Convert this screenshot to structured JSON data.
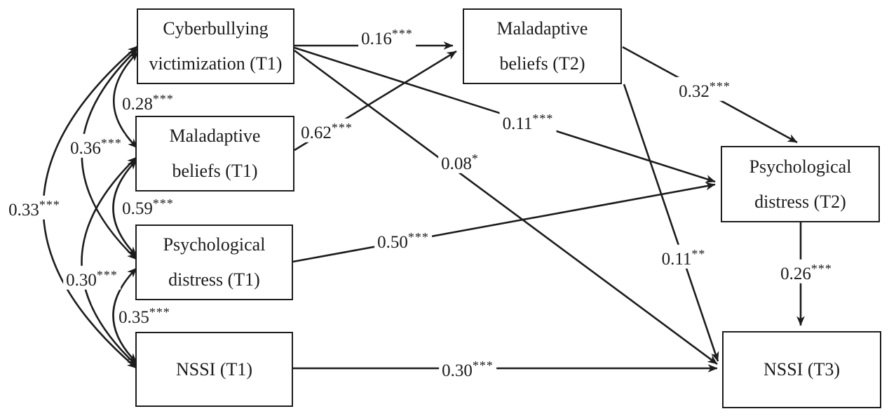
{
  "figure": {
    "type": "structural-equation-path-diagram",
    "colors": {
      "line": "#1c1c1c",
      "text": "#1c1c1c",
      "background": "#ffffff"
    },
    "nodes": {
      "cv_t1": {
        "line1": "Cyberbullying",
        "line2": "victimization (T1)"
      },
      "mb_t1": {
        "line1": "Maladaptive",
        "line2": "beliefs (T1)"
      },
      "pd_t1": {
        "line1": "Psychological",
        "line2": "distress (T1)"
      },
      "nssi_t1": {
        "line1": "NSSI (T1)"
      },
      "mb_t2": {
        "line1": "Maladaptive",
        "line2": "beliefs (T2)"
      },
      "pd_t2": {
        "line1": "Psychological",
        "line2": "distress (T2)"
      },
      "nssi_t3": {
        "line1": "NSSI (T3)"
      }
    },
    "edges": {
      "cv_mb2": {
        "from": "Cyberbullying victimization (T1)",
        "to": "Maladaptive beliefs (T2)",
        "value": "0.16",
        "stars": "***"
      },
      "mb1_mb2": {
        "from": "Maladaptive beliefs (T1)",
        "to": "Maladaptive beliefs (T2)",
        "value": "0.62",
        "stars": "***"
      },
      "cv_pd2": {
        "from": "Cyberbullying victimization (T1)",
        "to": "Psychological distress (T2)",
        "value": "0.11",
        "stars": "***"
      },
      "cv_nssi3": {
        "from": "Cyberbullying victimization (T1)",
        "to": "NSSI (T3)",
        "value": "0.08",
        "stars": "*"
      },
      "pd1_pd2": {
        "from": "Psychological distress (T1)",
        "to": "Psychological distress (T2)",
        "value": "0.50",
        "stars": "***"
      },
      "nssi1_nssi3": {
        "from": "NSSI (T1)",
        "to": "NSSI (T3)",
        "value": "0.30",
        "stars": "***"
      },
      "mb2_pd2": {
        "from": "Maladaptive beliefs (T2)",
        "to": "Psychological distress (T2)",
        "value": "0.32",
        "stars": "***"
      },
      "mb2_nssi3": {
        "from": "Maladaptive beliefs (T2)",
        "to": "NSSI (T3)",
        "value": "0.11",
        "stars": "**"
      },
      "pd2_nssi3": {
        "from": "Psychological distress (T2)",
        "to": "NSSI (T3)",
        "value": "0.26",
        "stars": "***"
      }
    },
    "correlations": {
      "cv_mb1": {
        "between": "Cyberbullying victimization (T1) & Maladaptive beliefs (T1)",
        "value": "0.28",
        "stars": "***"
      },
      "cv_pd1": {
        "between": "Cyberbullying victimization (T1) & Psychological distress (T1)",
        "value": "0.36",
        "stars": "***"
      },
      "cv_nssi1": {
        "between": "Cyberbullying victimization (T1) & NSSI (T1)",
        "value": "0.33",
        "stars": "***"
      },
      "mb1_pd1": {
        "between": "Maladaptive beliefs (T1) & Psychological distress (T1)",
        "value": "0.59",
        "stars": "***"
      },
      "mb1_nssi1": {
        "between": "Maladaptive beliefs (T1) & NSSI (T1)",
        "value": "0.30",
        "stars": "***"
      },
      "pd1_nssi1": {
        "between": "Psychological distress (T1) & NSSI (T1)",
        "value": "0.35",
        "stars": "***"
      }
    }
  }
}
